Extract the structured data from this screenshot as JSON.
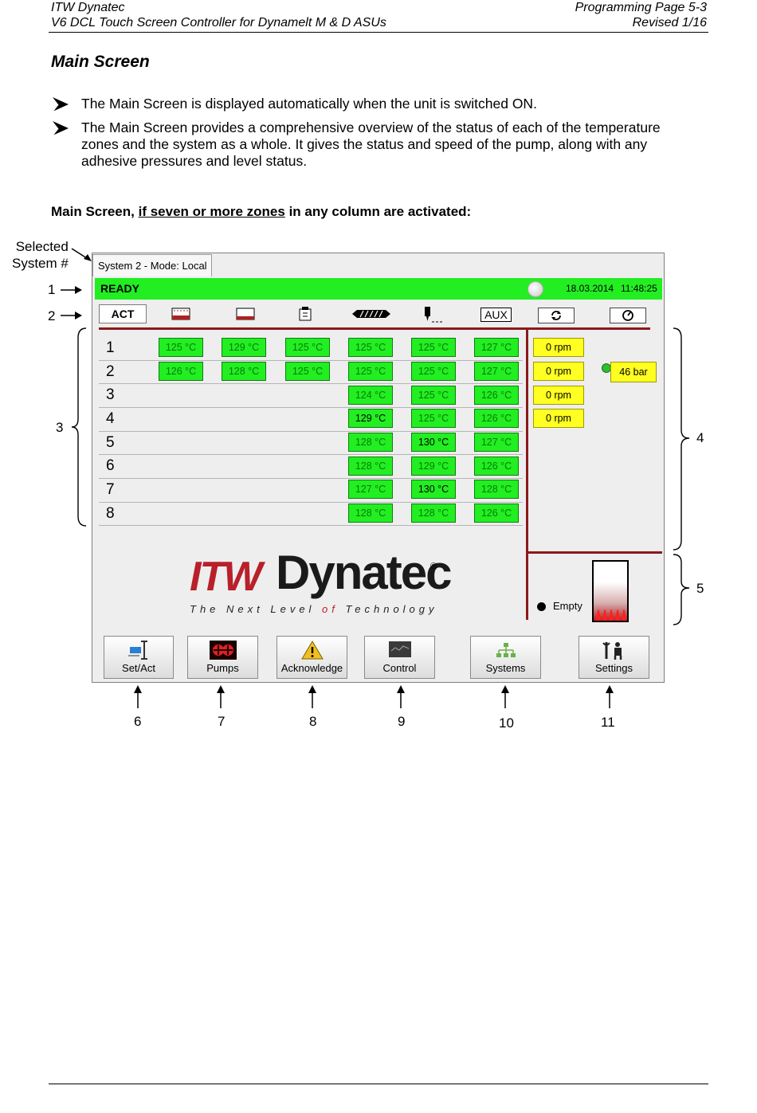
{
  "header": {
    "left_line1": "ITW Dynatec",
    "left_line2": "V6 DCL Touch Screen Controller for Dynamelt M & D ASUs",
    "right_line1": "Programming Page 5-3",
    "right_line2": "Revised 1/16"
  },
  "section_title": "Main Screen",
  "bullets": [
    "The Main Screen is displayed automatically when the unit is switched ON.",
    "The Main Screen provides a comprehensive overview of the status of each of the temperature zones and the system as a whole. It gives the status and speed of the pump, along with any adhesive pressures and level status."
  ],
  "subheading": {
    "part1": "Main Screen, ",
    "part2_underlined": "if seven or more zones",
    "part3": " in any column are activated:"
  },
  "callouts": {
    "selected_line1": "Selected",
    "selected_line2": "System #",
    "c1": "1",
    "c2": "2",
    "c3": "3",
    "c4": "4",
    "c5": "5",
    "c6": "6",
    "c7": "7",
    "c8": "8",
    "c9": "9",
    "c10": "10",
    "c11": "11"
  },
  "screen": {
    "tab_label": "System 2 - Mode: Local",
    "status": "READY",
    "date": "18.03.2014",
    "time": "11:48:25",
    "act_label": "ACT",
    "aux_label": "AUX",
    "zones": [
      "1",
      "2",
      "3",
      "4",
      "5",
      "6",
      "7",
      "8"
    ],
    "temps": {
      "r1": [
        "125 °C",
        "129 °C",
        "125 °C",
        "125 °C",
        "125 °C",
        "127 °C"
      ],
      "r2": [
        "126 °C",
        "128 °C",
        "125 °C",
        "125 °C",
        "125 °C",
        "127 °C"
      ],
      "r3": [
        "124 °C",
        "125 °C",
        "126 °C"
      ],
      "r4": [
        "129 °C",
        "125 °C",
        "126 °C"
      ],
      "r5": [
        "128 °C",
        "130 °C",
        "127 °C"
      ],
      "r6": [
        "128 °C",
        "129 °C",
        "126 °C"
      ],
      "r7": [
        "127 °C",
        "130 °C",
        "128 °C"
      ],
      "r8": [
        "128 °C",
        "128 °C",
        "126 °C"
      ]
    },
    "rpm": [
      "0 rpm",
      "0 rpm",
      "0 rpm",
      "0 rpm"
    ],
    "pressure": "46 bar",
    "level_status": "Empty",
    "logo_itw": "ITW",
    "logo_dynatec": "Dynatec",
    "logo_reg": "®",
    "tagline_a": "The Next Level ",
    "tagline_of": "of",
    "tagline_b": " Technology",
    "buttons": {
      "setact": "Set/Act",
      "pumps": "Pumps",
      "acknowledge": "Acknowledge",
      "control": "Control",
      "systems": "Systems",
      "settings": "Settings"
    }
  }
}
